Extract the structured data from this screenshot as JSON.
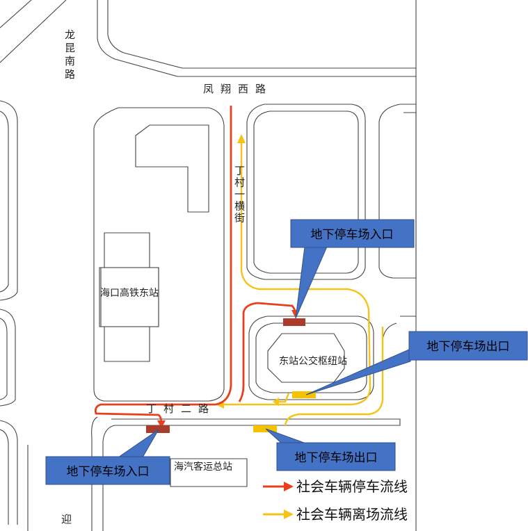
{
  "roads": {
    "longkun_south": "龙昆南路",
    "fengxiang_west": "凤翔西路",
    "dingcun_1": "丁村一横街",
    "dingcun_2": "丁村二路",
    "ying_partial": "迎"
  },
  "buildings": {
    "haikou_east_station": "海口高铁东站",
    "bus_hub": "东站公交枢纽站",
    "bus_terminal": "海汽客运总站"
  },
  "callouts": {
    "entrance_top": "地下停车场入口",
    "exit_right": "地下停车场出口",
    "entrance_bottom": "地下停车场入口",
    "exit_bottom": "地下停车场出口"
  },
  "legend": {
    "parking_flow": "社会车辆停车流线",
    "leaving_flow": "社会车辆离场流线"
  },
  "colors": {
    "parking_flow": "#e8401c",
    "leaving_flow": "#f5c218",
    "callout_fill": "#4472c4",
    "callout_stroke": "#2f528f",
    "entrance_marker": "#a83d2c",
    "exit_marker": "#f5c200"
  }
}
